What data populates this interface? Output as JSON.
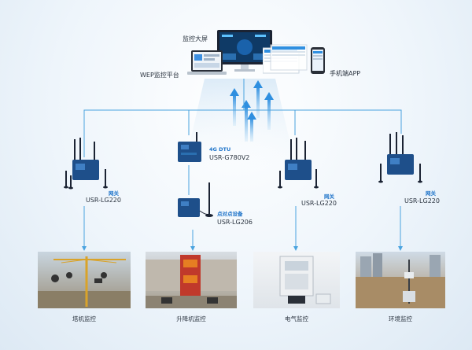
{
  "top": {
    "monitor_wall_label": "监控大屏",
    "web_platform_label": "WEP监控平台",
    "mobile_app_label": "手机端APP"
  },
  "devices": {
    "gateway_left": {
      "role": "网关",
      "model": "USR-LG220"
    },
    "dtu": {
      "role": "4G DTU",
      "model": "USR-G780V2"
    },
    "p2p": {
      "role": "点对点设备",
      "model": "USR-LG206"
    },
    "gateway_mid": {
      "role": "网关",
      "model": "USR-LG220"
    },
    "gateway_right": {
      "role": "网关",
      "model": "USR-LG220"
    }
  },
  "scenes": {
    "tower_crane": "塔机监控",
    "elevator": "升降机监控",
    "electric": "电气监控",
    "environment": "环境监控"
  },
  "colors": {
    "line": "#4aa3df",
    "device": "#1e4f8a",
    "accent": "#1f74c9"
  }
}
